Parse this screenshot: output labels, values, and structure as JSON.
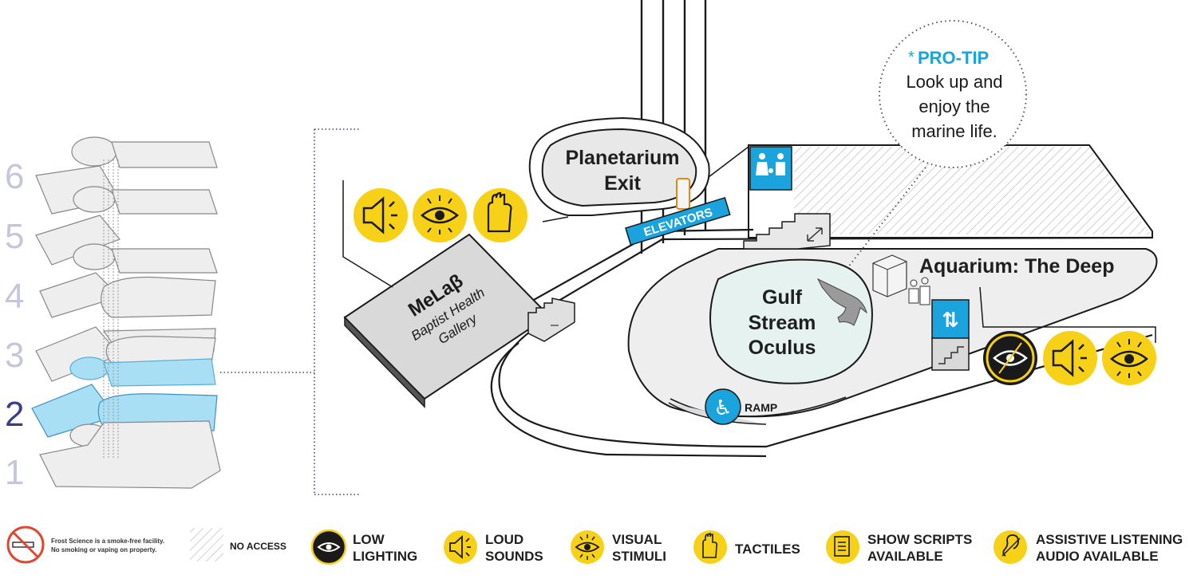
{
  "floors": {
    "labels": [
      "6",
      "5",
      "4",
      "3",
      "2",
      "1"
    ],
    "active": "2"
  },
  "map": {
    "planetarium_exit": [
      "Planetarium",
      "Exit"
    ],
    "elevators": "ELEVATORS",
    "melab": {
      "title": "MeLaβ",
      "subtitle": [
        "Baptist Health",
        "Gallery"
      ]
    },
    "gulf_stream": [
      "Gulf",
      "Stream",
      "Oculus"
    ],
    "aquarium_title": "Aquarium: The Deep",
    "ramp": "RAMP",
    "pro_tip": {
      "star": "*",
      "title": "PRO-TIP",
      "lines": [
        "Look up and",
        "enjoy the",
        "marine life."
      ]
    },
    "melab_icons": [
      "loud-sounds-icon",
      "visual-stimuli-icon",
      "tactiles-icon"
    ],
    "aquarium_icons": [
      "low-lighting-icon",
      "loud-sounds-icon",
      "visual-stimuli-icon"
    ]
  },
  "legend": {
    "smoke_free": [
      "Frost Science is a smoke-free facility.",
      "No smoking or vaping on property."
    ],
    "no_access": "NO ACCESS",
    "items": [
      {
        "icon": "low-lighting-icon",
        "lines": [
          "LOW",
          "LIGHTING"
        ]
      },
      {
        "icon": "loud-sounds-icon",
        "lines": [
          "LOUD",
          "SOUNDS"
        ]
      },
      {
        "icon": "visual-stimuli-icon",
        "lines": [
          "VISUAL",
          "STIMULI"
        ]
      },
      {
        "icon": "tactiles-icon",
        "lines": [
          "TACTILES"
        ]
      },
      {
        "icon": "show-scripts-icon",
        "lines": [
          "SHOW SCRIPTS",
          "AVAILABLE"
        ]
      },
      {
        "icon": "assistive-listening-icon",
        "lines": [
          "ASSISTIVE LISTENING",
          "AUDIO AVAILABLE"
        ]
      }
    ]
  },
  "colors": {
    "accent_yellow": "#f7d117",
    "accent_blue": "#1aa3dc",
    "highlight_floor": "#a9dff5",
    "floor_gray": "#eeeeee",
    "no_smoking_red": "#e0472f",
    "active_floor_number": "#3b3d86",
    "inactive_floor_number": "#c5c6dc"
  }
}
